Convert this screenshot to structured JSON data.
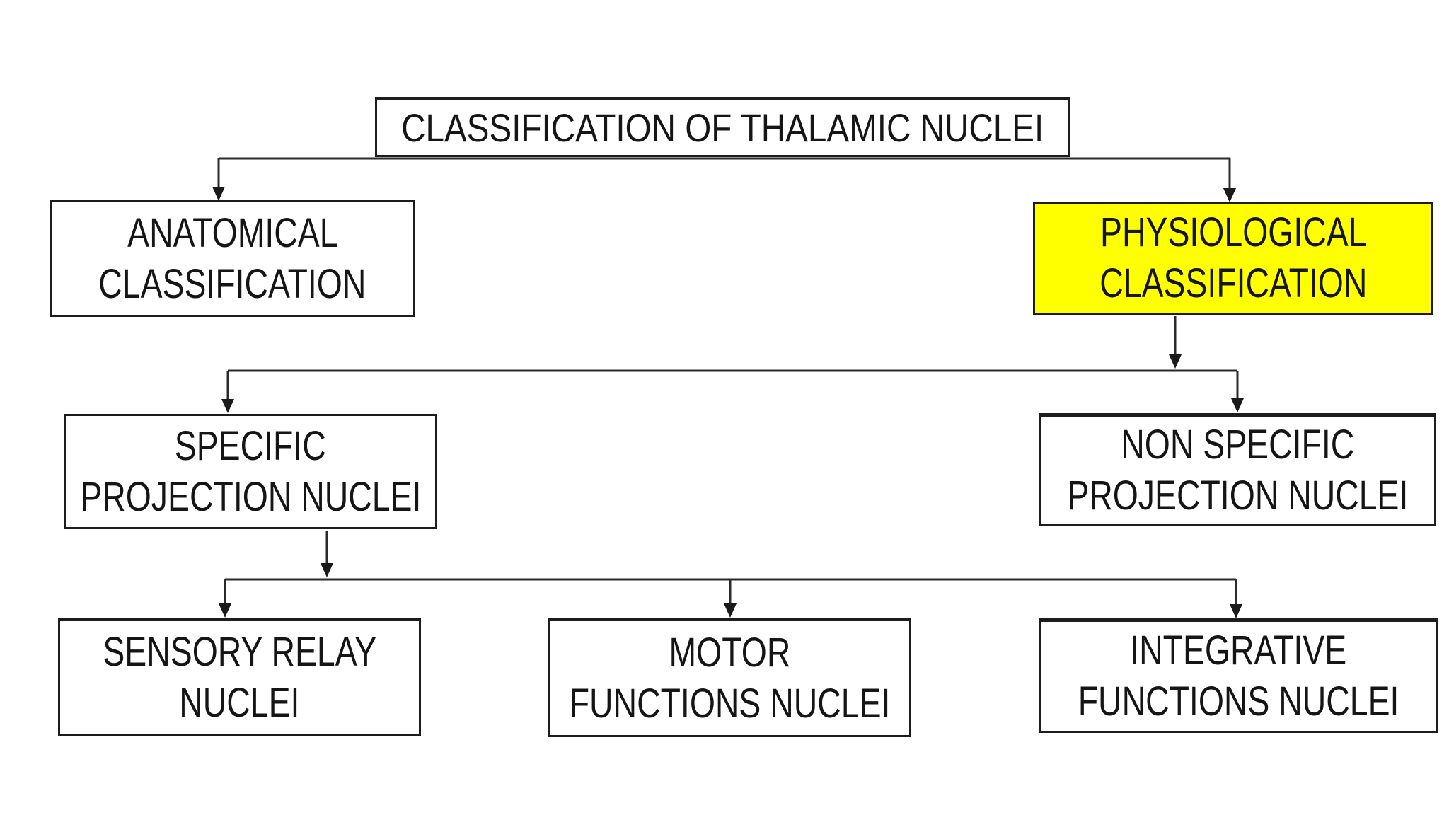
{
  "diagram": {
    "nodes": {
      "root": {
        "lines": [
          "CLASSIFICATION OF THALAMIC NUCLEI"
        ]
      },
      "anatomical": {
        "lines": [
          "ANATOMICAL",
          "CLASSIFICATION"
        ]
      },
      "physiological": {
        "lines": [
          "PHYSIOLOGICAL",
          "CLASSIFICATION"
        ],
        "highlighted": true
      },
      "specific": {
        "lines": [
          "SPECIFIC",
          "PROJECTION NUCLEI"
        ]
      },
      "nonspecific": {
        "lines": [
          "NON SPECIFIC",
          "PROJECTION NUCLEI"
        ]
      },
      "sensory": {
        "lines": [
          "SENSORY RELAY",
          "NUCLEI"
        ]
      },
      "motor": {
        "lines": [
          "MOTOR",
          "FUNCTIONS NUCLEI"
        ]
      },
      "integrative": {
        "lines": [
          "INTEGRATIVE",
          "FUNCTIONS NUCLEI"
        ]
      }
    }
  },
  "colors": {
    "background": "#FFFFFF",
    "highlight": "#FFFF00",
    "box_border": "#1D1D1D",
    "text": "#151515",
    "connector": "#2B2B2B"
  }
}
